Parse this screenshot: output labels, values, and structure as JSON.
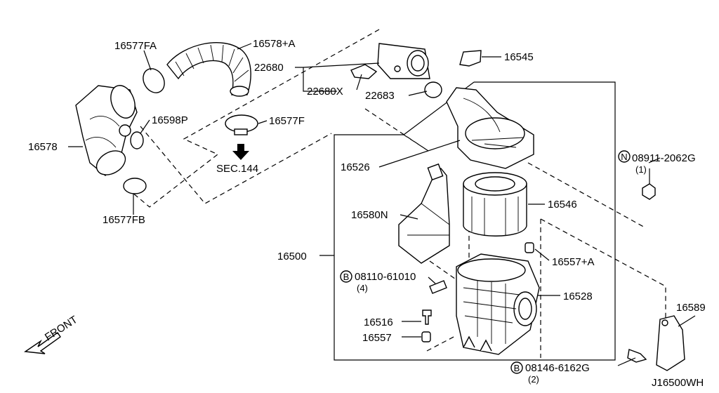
{
  "labels": {
    "p16577FA": "16577FA",
    "p16578A": "16578+A",
    "p22680": "22680",
    "p22680X": "22680X",
    "p22683": "22683",
    "p16545": "16545",
    "p16598P": "16598P",
    "p16577F": "16577F",
    "p16578": "16578",
    "sec144": "SEC.144",
    "p16577FB": "16577FB",
    "p16526": "16526",
    "p08911": "08911-2062G",
    "p08911q": "(1)",
    "p16546": "16546",
    "p16580N": "16580N",
    "p16500": "16500",
    "p16557A": "16557+A",
    "p08110": "08110-61010",
    "p08110q": "(4)",
    "p16528": "16528",
    "p16516": "16516",
    "p16557": "16557",
    "p16589": "16589",
    "p08146": "08146-6162G",
    "p08146q": "(2)",
    "front": "FRONT",
    "diagram_id": "J16500WH"
  },
  "badges": {
    "nut": "N",
    "bolt1": "B",
    "bolt2": "B"
  }
}
